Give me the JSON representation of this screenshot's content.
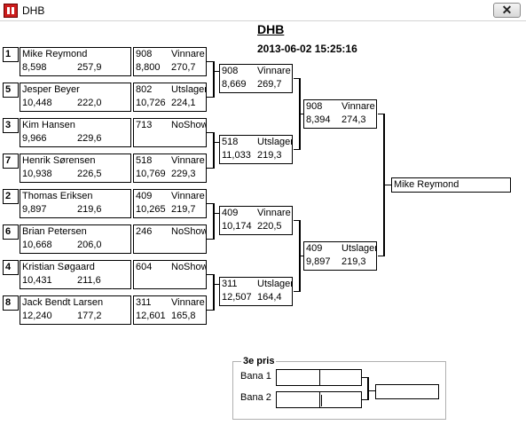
{
  "window": {
    "title": "DHB"
  },
  "header": {
    "title": "DHB",
    "datetime": "2013-06-02 15:25:16"
  },
  "round1": [
    {
      "seed": "1",
      "name": "Mike Reymond",
      "v1": "8,598",
      "v2": "257,9",
      "lane": "908",
      "result": "Vinnare",
      "t1": "8,800",
      "t2": "270,7"
    },
    {
      "seed": "5",
      "name": "Jesper Beyer",
      "v1": "10,448",
      "v2": "222,0",
      "lane": "802",
      "result": "Utslagen",
      "t1": "10,726",
      "t2": "224,1"
    },
    {
      "seed": "3",
      "name": "Kim Hansen",
      "v1": "9,966",
      "v2": "229,6",
      "lane": "713",
      "result": "NoShow",
      "t1": "",
      "t2": ""
    },
    {
      "seed": "7",
      "name": "Henrik Sørensen",
      "v1": "10,938",
      "v2": "226,5",
      "lane": "518",
      "result": "Vinnare",
      "t1": "10,769",
      "t2": "229,3"
    },
    {
      "seed": "2",
      "name": "Thomas Eriksen",
      "v1": "9,897",
      "v2": "219,6",
      "lane": "409",
      "result": "Vinnare",
      "t1": "10,265",
      "t2": "219,7"
    },
    {
      "seed": "6",
      "name": "Brian Petersen",
      "v1": "10,668",
      "v2": "206,0",
      "lane": "246",
      "result": "NoShow",
      "t1": "",
      "t2": ""
    },
    {
      "seed": "4",
      "name": "Kristian Søgaard",
      "v1": "10,431",
      "v2": "211,6",
      "lane": "604",
      "result": "NoShow",
      "t1": "",
      "t2": ""
    },
    {
      "seed": "8",
      "name": "Jack Bendt Larsen",
      "v1": "12,240",
      "v2": "177,2",
      "lane": "311",
      "result": "Vinnare",
      "t1": "12,601",
      "t2": "165,8"
    }
  ],
  "round2": [
    {
      "lane": "908",
      "result": "Vinnare",
      "t1": "8,669",
      "t2": "269,7"
    },
    {
      "lane": "518",
      "result": "Utslagen",
      "t1": "11,033",
      "t2": "219,3"
    },
    {
      "lane": "409",
      "result": "Vinnare",
      "t1": "10,174",
      "t2": "220,5"
    },
    {
      "lane": "311",
      "result": "Utslagen",
      "t1": "12,507",
      "t2": "164,4"
    }
  ],
  "round3": [
    {
      "lane": "908",
      "result": "Vinnare",
      "t1": "8,394",
      "t2": "274,3"
    },
    {
      "lane": "409",
      "result": "Utslagen",
      "t1": "9,897",
      "t2": "219,3"
    }
  ],
  "winner": {
    "name": "Mike Reymond"
  },
  "third_place": {
    "title": "3e pris",
    "lane1_label": "Bana 1",
    "lane2_label": "Bana 2"
  }
}
